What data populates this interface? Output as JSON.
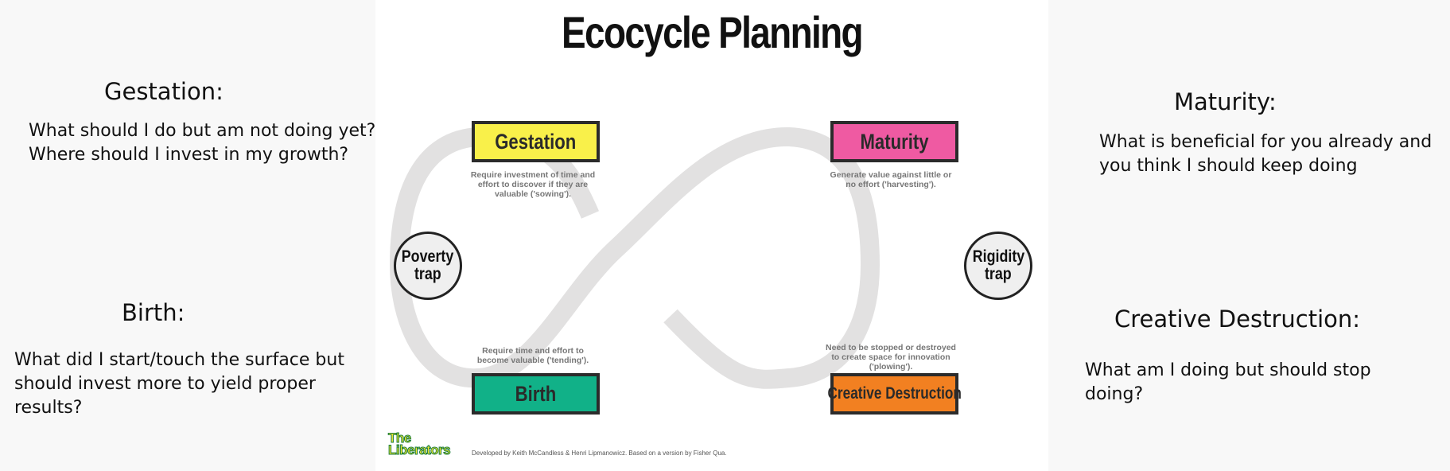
{
  "left_panel": {
    "gestation_heading": "Gestation:",
    "gestation_lines": [
      "What should I do but am not doing yet?",
      "Where should I invest in my growth?"
    ],
    "birth_heading": "Birth:",
    "birth_lines": [
      "What did I start/touch the surface but",
      "should invest more to yield proper",
      "results?"
    ]
  },
  "right_panel": {
    "maturity_heading": "Maturity:",
    "maturity_lines": [
      "What is beneficial for you already and",
      "you think I should keep doing"
    ],
    "creative_heading": "Creative Destruction:",
    "creative_lines": [
      "What am I doing but should stop",
      "doing?"
    ]
  },
  "poster": {
    "title": "Ecocycle Planning",
    "stages": {
      "gestation": {
        "label": "Gestation",
        "color": "#f9f04a",
        "desc": [
          "Require investment of time and",
          "effort to discover if they are",
          "valuable ('sowing')."
        ]
      },
      "maturity": {
        "label": "Maturity",
        "color": "#ef5aa2",
        "desc": [
          "Generate value against little or",
          "no effort ('harvesting')."
        ]
      },
      "birth": {
        "label": "Birth",
        "color": "#11b188",
        "desc": [
          "Require time and effort to",
          "become valuable ('tending')."
        ]
      },
      "creative": {
        "label": "Creative Destruction",
        "color": "#f28021",
        "desc": [
          "Need to be stopped or destroyed",
          "to create space for innovation",
          "('plowing')."
        ]
      }
    },
    "traps": {
      "poverty": [
        "Poverty",
        "trap"
      ],
      "rigidity": [
        "Rigidity",
        "trap"
      ]
    },
    "loop_color": "#e2e1e1",
    "logo": [
      "The",
      "Liberators"
    ],
    "credit": "Developed by Keith McCandless & Henri Lipmanowicz. Based on a version by Fisher Qua."
  }
}
